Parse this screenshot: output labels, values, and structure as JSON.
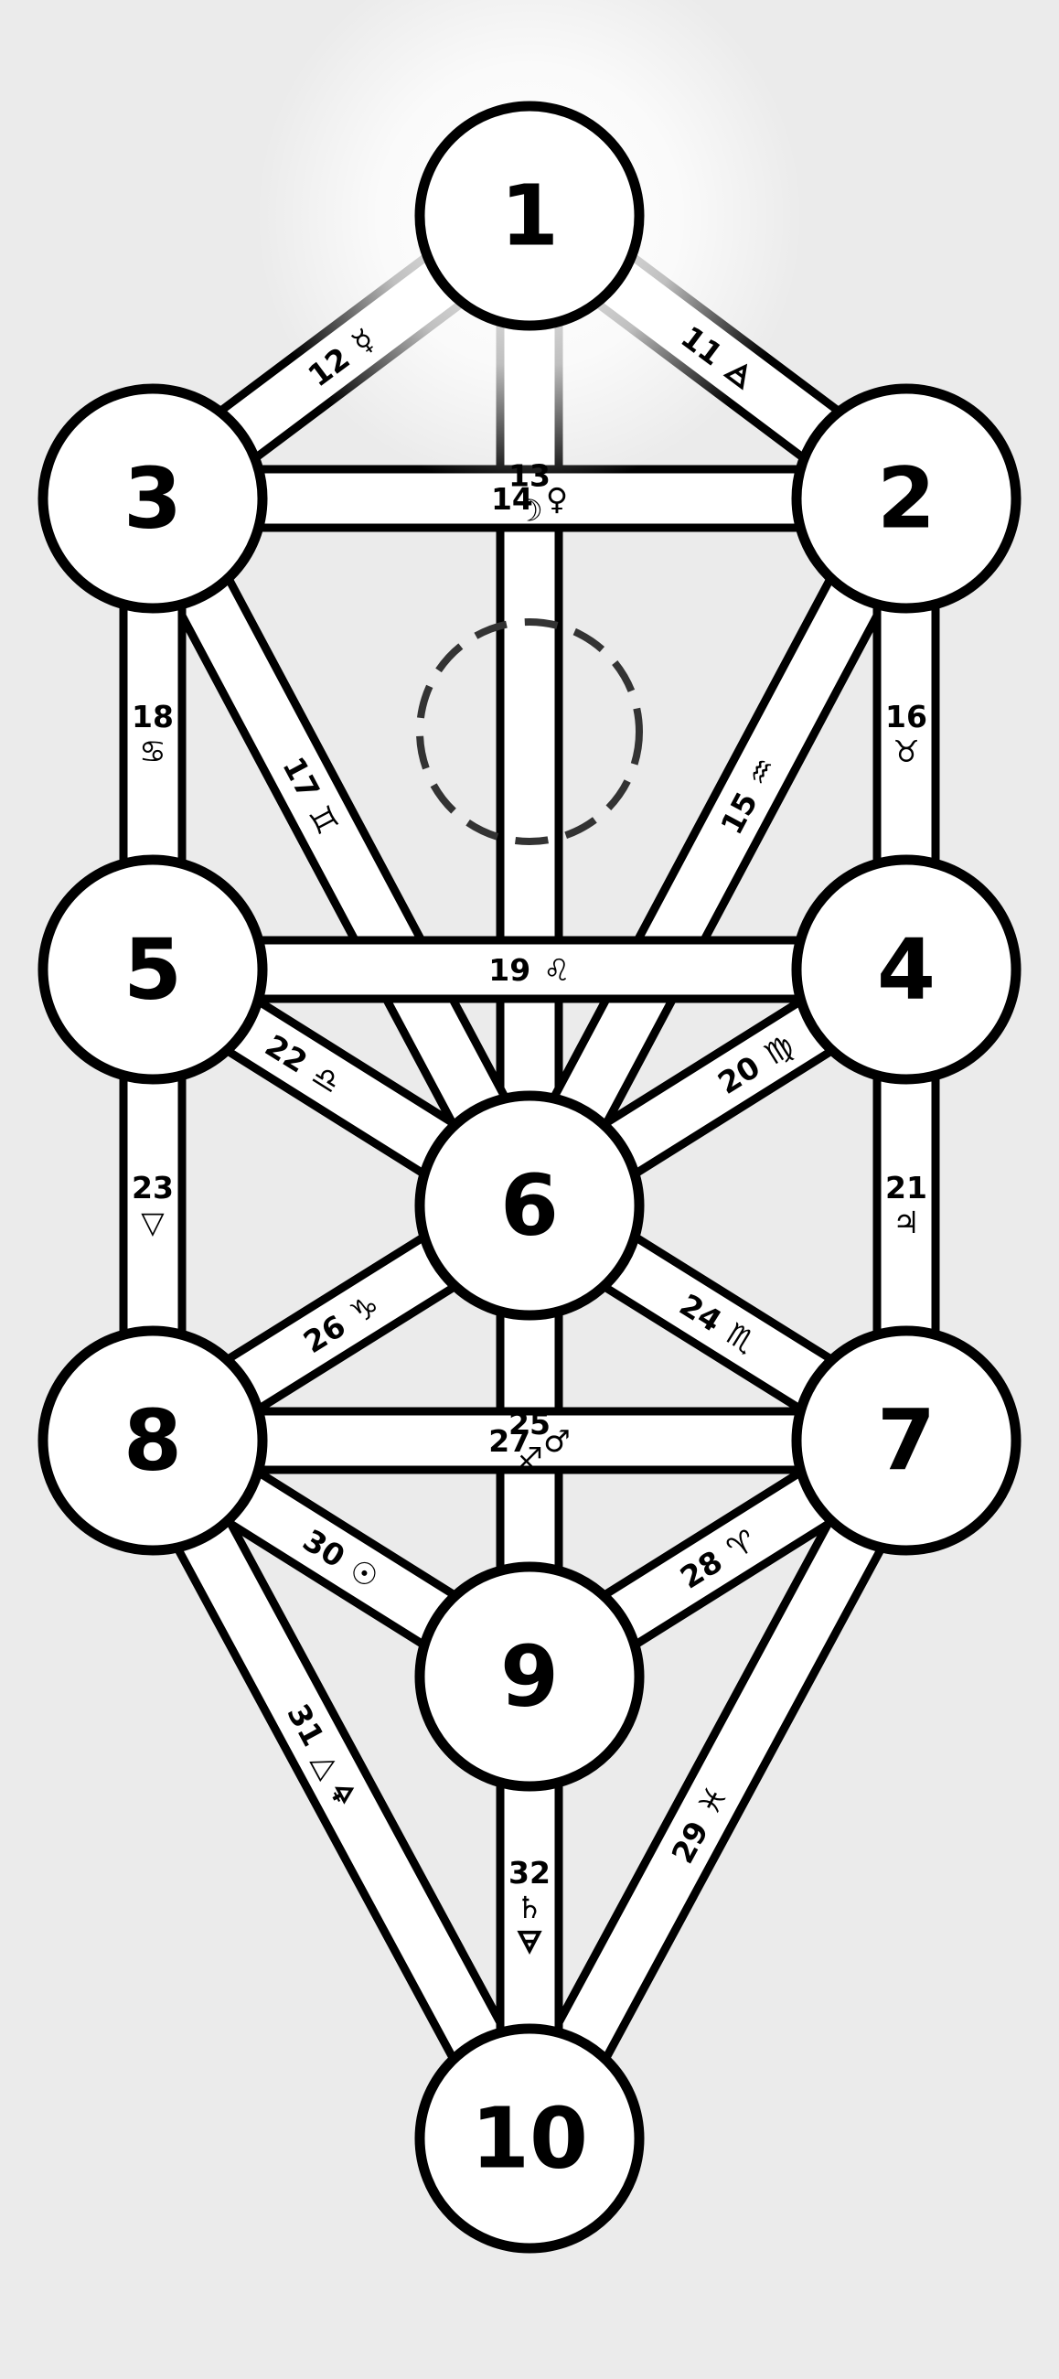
{
  "sephirot": [
    {
      "id": "1",
      "label": "1"
    },
    {
      "id": "2",
      "label": "2"
    },
    {
      "id": "3",
      "label": "3"
    },
    {
      "id": "4",
      "label": "4"
    },
    {
      "id": "5",
      "label": "5"
    },
    {
      "id": "6",
      "label": "6"
    },
    {
      "id": "7",
      "label": "7"
    },
    {
      "id": "8",
      "label": "8"
    },
    {
      "id": "9",
      "label": "9"
    },
    {
      "id": "10",
      "label": "10"
    }
  ],
  "paths": [
    {
      "number": "11",
      "from": "1",
      "to": "2",
      "symbol": "🜁"
    },
    {
      "number": "12",
      "from": "1",
      "to": "3",
      "symbol": "☿"
    },
    {
      "number": "13",
      "from": "1",
      "to": "6",
      "symbol": "☽"
    },
    {
      "number": "14",
      "from": "3",
      "to": "2",
      "symbol": "♀"
    },
    {
      "number": "15",
      "from": "2",
      "to": "6",
      "symbol": "♒"
    },
    {
      "number": "16",
      "from": "2",
      "to": "4",
      "symbol": "♉"
    },
    {
      "number": "17",
      "from": "3",
      "to": "6",
      "symbol": "♊"
    },
    {
      "number": "18",
      "from": "3",
      "to": "5",
      "symbol": "♋"
    },
    {
      "number": "19",
      "from": "5",
      "to": "4",
      "symbol": "♌"
    },
    {
      "number": "20",
      "from": "4",
      "to": "6",
      "symbol": "♍"
    },
    {
      "number": "21",
      "from": "4",
      "to": "7",
      "symbol": "♃"
    },
    {
      "number": "22",
      "from": "5",
      "to": "6",
      "symbol": "♎"
    },
    {
      "number": "23",
      "from": "5",
      "to": "8",
      "symbol": "▽"
    },
    {
      "number": "24",
      "from": "6",
      "to": "7",
      "symbol": "♏"
    },
    {
      "number": "25",
      "from": "6",
      "to": "9",
      "symbol": "♐"
    },
    {
      "number": "26",
      "from": "6",
      "to": "8",
      "symbol": "♑"
    },
    {
      "number": "27",
      "from": "8",
      "to": "7",
      "symbol": "♂"
    },
    {
      "number": "28",
      "from": "9",
      "to": "7",
      "symbol": "♈"
    },
    {
      "number": "29",
      "from": "10",
      "to": "7",
      "symbol": "♓"
    },
    {
      "number": "30",
      "from": "8",
      "to": "9",
      "symbol": "☉"
    },
    {
      "number": "31",
      "from": "8",
      "to": "10",
      "symbol": "△ 🜍"
    },
    {
      "number": "32",
      "from": "9",
      "to": "10",
      "symbol": "♄ 🜃"
    }
  ],
  "colors": {
    "background": "#ebebeb",
    "stroke": "#000000",
    "fill": "#ffffff",
    "daath_stroke": "#333333",
    "glow": "#ffffff"
  }
}
